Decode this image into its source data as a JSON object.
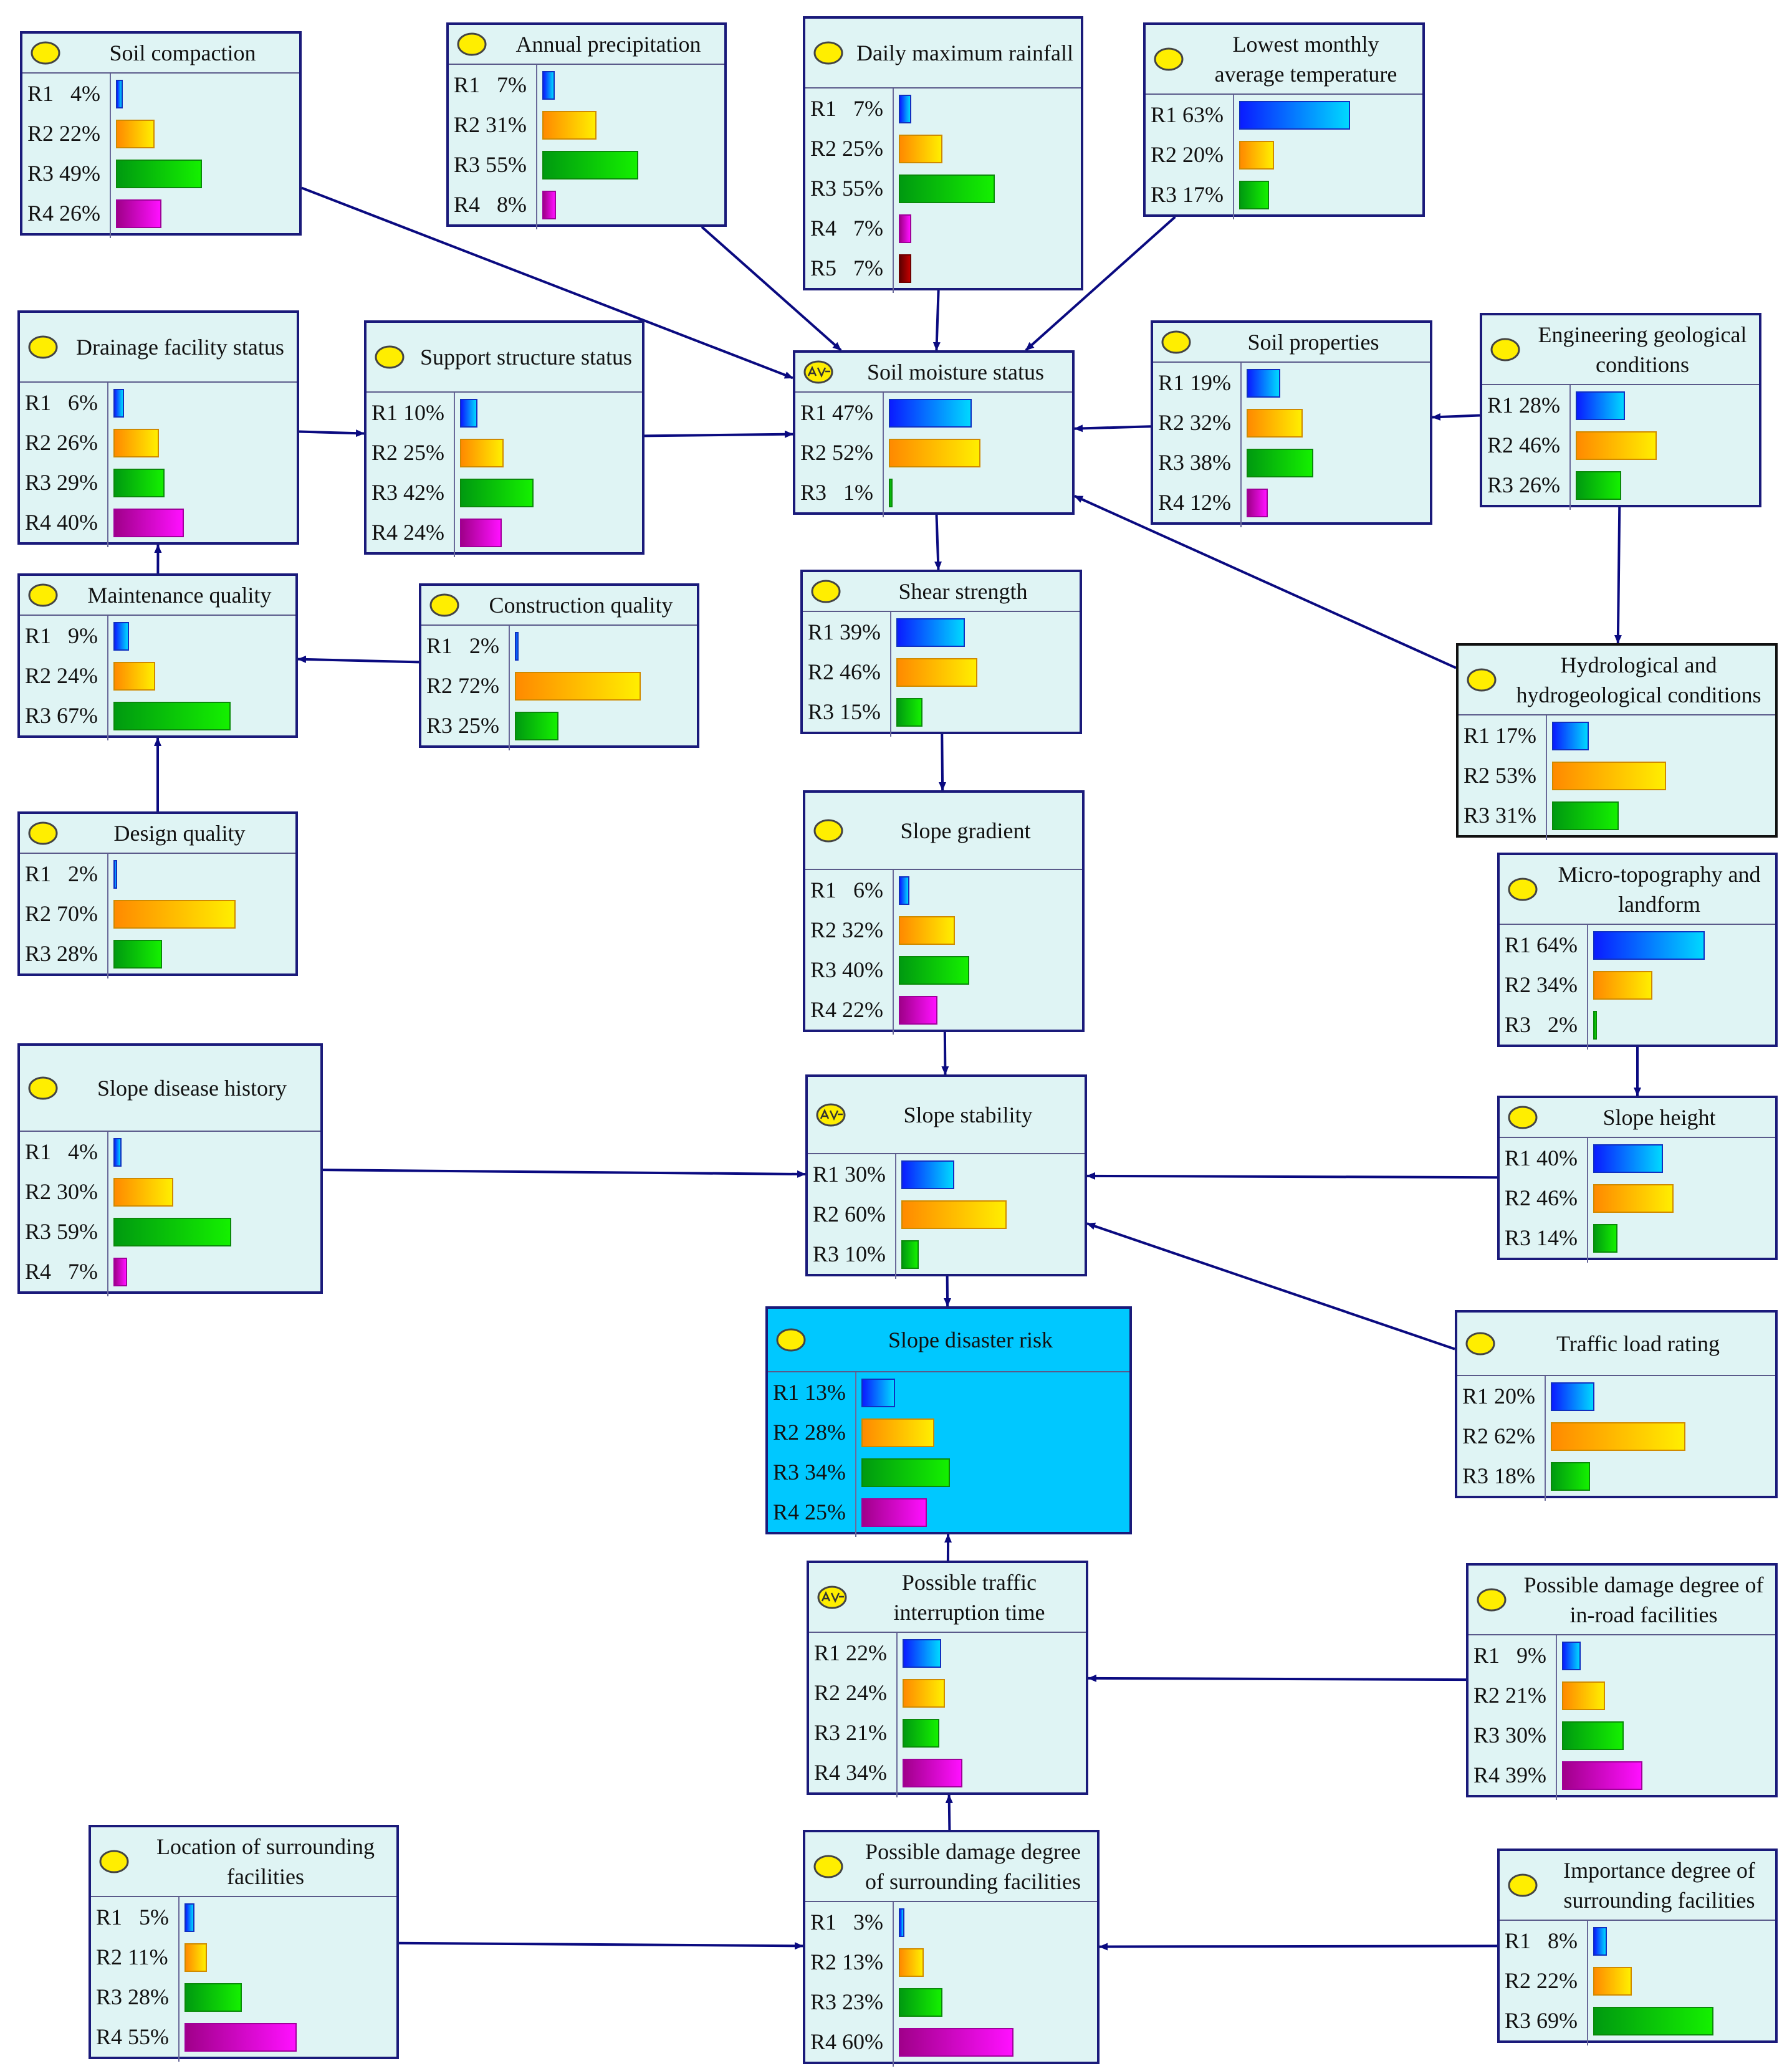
{
  "colors": {
    "node_bg": "#dff4f4",
    "target_bg": "#00c8ff",
    "edge": "#0a0a80",
    "bar_R1": "#1e5cff",
    "bar_R2": "#ffb000",
    "bar_R3": "#14c814",
    "bar_R4": "#d010d0",
    "bar_R5": "#8a0000"
  },
  "nodes": [
    {
      "id": "soil-compaction",
      "title": "Soil compaction",
      "icon": "yellow-dot-icon",
      "states": [
        [
          "R1",
          "4%",
          4
        ],
        [
          "R2",
          "22%",
          22
        ],
        [
          "R3",
          "49%",
          49
        ],
        [
          "R4",
          "26%",
          26
        ]
      ]
    },
    {
      "id": "annual-precipitation",
      "title": "Annual precipitation",
      "icon": "yellow-dot-icon",
      "states": [
        [
          "R1",
          "7%",
          7
        ],
        [
          "R2",
          "31%",
          31
        ],
        [
          "R3",
          "55%",
          55
        ],
        [
          "R4",
          "8%",
          8
        ]
      ]
    },
    {
      "id": "daily-maximum-rainfall",
      "title": "Daily maximum rainfall",
      "icon": "yellow-dot-icon",
      "states": [
        [
          "R1",
          "7%",
          7
        ],
        [
          "R2",
          "25%",
          25
        ],
        [
          "R3",
          "55%",
          55
        ],
        [
          "R4",
          "7%",
          7
        ],
        [
          "R5",
          "7%",
          7
        ]
      ]
    },
    {
      "id": "lowest-monthly-average-temperature",
      "title": "Lowest monthly average temperature",
      "icon": "yellow-dot-icon",
      "states": [
        [
          "R1",
          "63%",
          63
        ],
        [
          "R2",
          "20%",
          20
        ],
        [
          "R3",
          "17%",
          17
        ]
      ]
    },
    {
      "id": "drainage-facility-status",
      "title": "Drainage facility status",
      "icon": "yellow-dot-icon",
      "states": [
        [
          "R1",
          "6%",
          6
        ],
        [
          "R2",
          "26%",
          26
        ],
        [
          "R3",
          "29%",
          29
        ],
        [
          "R4",
          "40%",
          40
        ]
      ]
    },
    {
      "id": "support-structure-status",
      "title": "Support structure status",
      "icon": "yellow-dot-icon",
      "states": [
        [
          "R1",
          "10%",
          10
        ],
        [
          "R2",
          "25%",
          25
        ],
        [
          "R3",
          "42%",
          42
        ],
        [
          "R4",
          "24%",
          24
        ]
      ]
    },
    {
      "id": "soil-moisture-status",
      "title": "Soil moisture status",
      "icon": "av-icon",
      "states": [
        [
          "R1",
          "47%",
          47
        ],
        [
          "R2",
          "52%",
          52
        ],
        [
          "R3",
          "1%",
          1
        ]
      ]
    },
    {
      "id": "soil-properties",
      "title": "Soil properties",
      "icon": "yellow-dot-icon",
      "states": [
        [
          "R1",
          "19%",
          19
        ],
        [
          "R2",
          "32%",
          32
        ],
        [
          "R3",
          "38%",
          38
        ],
        [
          "R4",
          "12%",
          12
        ]
      ]
    },
    {
      "id": "engineering-geological-conditions",
      "title": "Engineering geological conditions",
      "icon": "yellow-dot-icon",
      "states": [
        [
          "R1",
          "28%",
          28
        ],
        [
          "R2",
          "46%",
          46
        ],
        [
          "R3",
          "26%",
          26
        ]
      ]
    },
    {
      "id": "maintenance-quality",
      "title": "Maintenance quality",
      "icon": "yellow-dot-icon",
      "states": [
        [
          "R1",
          "9%",
          9
        ],
        [
          "R2",
          "24%",
          24
        ],
        [
          "R3",
          "67%",
          67
        ]
      ]
    },
    {
      "id": "construction-quality",
      "title": "Construction quality",
      "icon": "yellow-dot-icon",
      "states": [
        [
          "R1",
          "2%",
          2
        ],
        [
          "R2",
          "72%",
          72
        ],
        [
          "R3",
          "25%",
          25
        ]
      ]
    },
    {
      "id": "shear-strength",
      "title": "Shear strength",
      "icon": "yellow-dot-icon",
      "states": [
        [
          "R1",
          "39%",
          39
        ],
        [
          "R2",
          "46%",
          46
        ],
        [
          "R3",
          "15%",
          15
        ]
      ]
    },
    {
      "id": "hydrological-conditions",
      "title": "Hydrological and hydrogeological conditions",
      "icon": "yellow-dot-icon",
      "states": [
        [
          "R1",
          "17%",
          17
        ],
        [
          "R2",
          "53%",
          53
        ],
        [
          "R3",
          "31%",
          31
        ]
      ]
    },
    {
      "id": "design-quality",
      "title": "Design quality",
      "icon": "yellow-dot-icon",
      "states": [
        [
          "R1",
          "2%",
          2
        ],
        [
          "R2",
          "70%",
          70
        ],
        [
          "R3",
          "28%",
          28
        ]
      ]
    },
    {
      "id": "slope-gradient",
      "title": "Slope gradient",
      "icon": "yellow-dot-icon",
      "states": [
        [
          "R1",
          "6%",
          6
        ],
        [
          "R2",
          "32%",
          32
        ],
        [
          "R3",
          "40%",
          40
        ],
        [
          "R4",
          "22%",
          22
        ]
      ]
    },
    {
      "id": "micro-topography",
      "title": "Micro-topography and landform",
      "icon": "yellow-dot-icon",
      "states": [
        [
          "R1",
          "64%",
          64
        ],
        [
          "R2",
          "34%",
          34
        ],
        [
          "R3",
          "2%",
          2
        ]
      ]
    },
    {
      "id": "slope-disease-history",
      "title": "Slope disease history",
      "icon": "yellow-dot-icon",
      "states": [
        [
          "R1",
          "4%",
          4
        ],
        [
          "R2",
          "30%",
          30
        ],
        [
          "R3",
          "59%",
          59
        ],
        [
          "R4",
          "7%",
          7
        ]
      ]
    },
    {
      "id": "slope-stability",
      "title": "Slope stability",
      "icon": "av-icon",
      "states": [
        [
          "R1",
          "30%",
          30
        ],
        [
          "R2",
          "60%",
          60
        ],
        [
          "R3",
          "10%",
          10
        ]
      ]
    },
    {
      "id": "slope-height",
      "title": "Slope height",
      "icon": "yellow-dot-icon",
      "states": [
        [
          "R1",
          "40%",
          40
        ],
        [
          "R2",
          "46%",
          46
        ],
        [
          "R3",
          "14%",
          14
        ]
      ]
    },
    {
      "id": "slope-disaster-risk",
      "title": "Slope disaster risk",
      "icon": "yellow-dot-icon",
      "states": [
        [
          "R1",
          "13%",
          13
        ],
        [
          "R2",
          "28%",
          28
        ],
        [
          "R3",
          "34%",
          34
        ],
        [
          "R4",
          "25%",
          25
        ]
      ]
    },
    {
      "id": "traffic-load-rating",
      "title": "Traffic load rating",
      "icon": "yellow-dot-icon",
      "states": [
        [
          "R1",
          "20%",
          20
        ],
        [
          "R2",
          "62%",
          62
        ],
        [
          "R3",
          "18%",
          18
        ]
      ]
    },
    {
      "id": "possible-traffic-interruption-time",
      "title": "Possible traffic interruption time",
      "icon": "av-icon",
      "states": [
        [
          "R1",
          "22%",
          22
        ],
        [
          "R2",
          "24%",
          24
        ],
        [
          "R3",
          "21%",
          21
        ],
        [
          "R4",
          "34%",
          34
        ]
      ]
    },
    {
      "id": "damage-in-road-facilities",
      "title": "Possible damage degree of in-road facilities",
      "icon": "yellow-dot-icon",
      "states": [
        [
          "R1",
          "9%",
          9
        ],
        [
          "R2",
          "21%",
          21
        ],
        [
          "R3",
          "30%",
          30
        ],
        [
          "R4",
          "39%",
          39
        ]
      ]
    },
    {
      "id": "location-surrounding-facilities",
      "title": "Location of surrounding facilities",
      "icon": "yellow-dot-icon",
      "states": [
        [
          "R1",
          "5%",
          5
        ],
        [
          "R2",
          "11%",
          11
        ],
        [
          "R3",
          "28%",
          28
        ],
        [
          "R4",
          "55%",
          55
        ]
      ]
    },
    {
      "id": "damage-surrounding-facilities",
      "title": "Possible damage degree of surrounding facilities",
      "icon": "yellow-dot-icon",
      "states": [
        [
          "R1",
          "3%",
          3
        ],
        [
          "R2",
          "13%",
          13
        ],
        [
          "R3",
          "23%",
          23
        ],
        [
          "R4",
          "60%",
          60
        ]
      ]
    },
    {
      "id": "importance-surrounding-facilities",
      "title": "Importance degree of surrounding facilities",
      "icon": "yellow-dot-icon",
      "states": [
        [
          "R1",
          "8%",
          8
        ],
        [
          "R2",
          "22%",
          22
        ],
        [
          "R3",
          "69%",
          69
        ]
      ]
    }
  ],
  "edges": [
    [
      "soil-compaction",
      "soil-moisture-status"
    ],
    [
      "annual-precipitation",
      "soil-moisture-status"
    ],
    [
      "daily-maximum-rainfall",
      "soil-moisture-status"
    ],
    [
      "lowest-monthly-average-temperature",
      "soil-moisture-status"
    ],
    [
      "support-structure-status",
      "soil-moisture-status"
    ],
    [
      "soil-properties",
      "soil-moisture-status"
    ],
    [
      "hydrological-conditions",
      "soil-moisture-status"
    ],
    [
      "engineering-geological-conditions",
      "soil-properties"
    ],
    [
      "engineering-geological-conditions",
      "hydrological-conditions"
    ],
    [
      "drainage-facility-status",
      "support-structure-status"
    ],
    [
      "maintenance-quality",
      "drainage-facility-status"
    ],
    [
      "construction-quality",
      "maintenance-quality"
    ],
    [
      "design-quality",
      "maintenance-quality"
    ],
    [
      "soil-moisture-status",
      "shear-strength"
    ],
    [
      "shear-strength",
      "slope-gradient"
    ],
    [
      "slope-gradient",
      "slope-stability"
    ],
    [
      "slope-disease-history",
      "slope-stability"
    ],
    [
      "slope-height",
      "slope-stability"
    ],
    [
      "traffic-load-rating",
      "slope-stability"
    ],
    [
      "micro-topography",
      "slope-height"
    ],
    [
      "slope-stability",
      "slope-disaster-risk"
    ],
    [
      "possible-traffic-interruption-time",
      "slope-disaster-risk"
    ],
    [
      "damage-in-road-facilities",
      "possible-traffic-interruption-time"
    ],
    [
      "damage-surrounding-facilities",
      "possible-traffic-interruption-time"
    ],
    [
      "location-surrounding-facilities",
      "damage-surrounding-facilities"
    ],
    [
      "importance-surrounding-facilities",
      "damage-surrounding-facilities"
    ]
  ]
}
